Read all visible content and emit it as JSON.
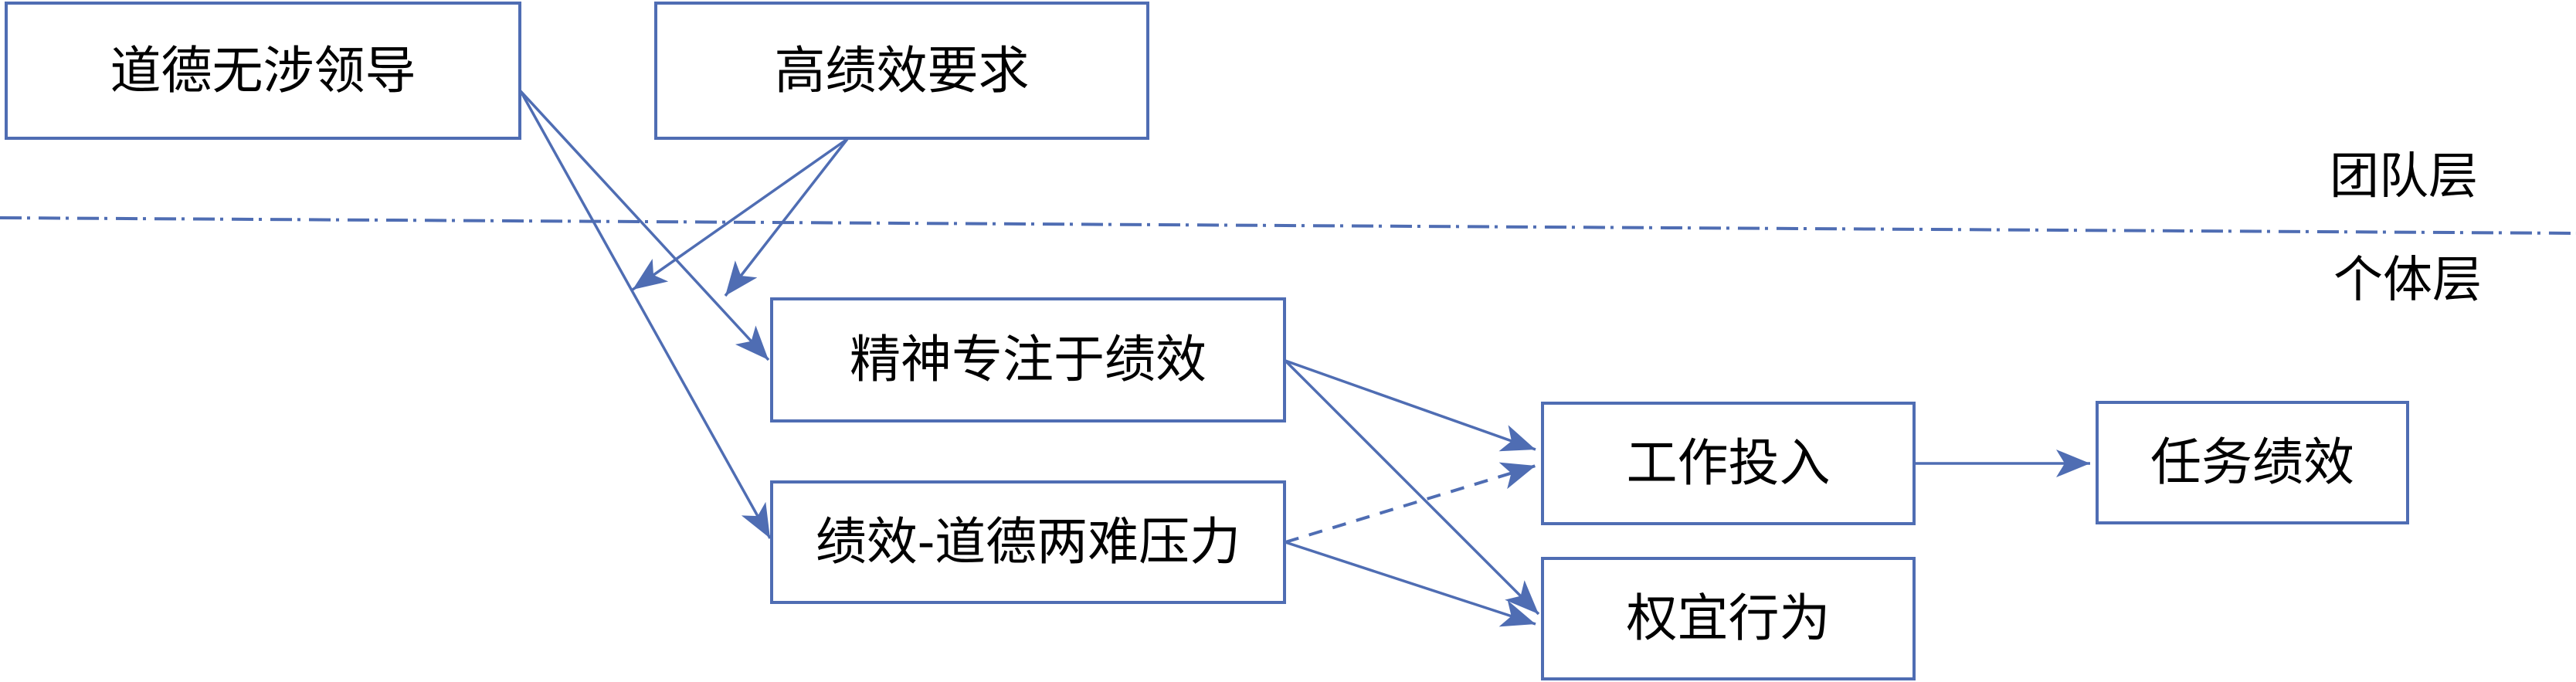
{
  "diagram": {
    "levels": {
      "team_label": "团队层",
      "individual_label": "个体层"
    },
    "nodes": [
      {
        "id": "ethically_neutral_leadership",
        "label": "道德无涉领导",
        "level": "team"
      },
      {
        "id": "high_performance_requirement",
        "label": "高绩效要求",
        "level": "team"
      },
      {
        "id": "mental_focus_on_performance",
        "label": "精神专注于绩效",
        "level": "individual"
      },
      {
        "id": "performance_ethics_dilemma_pressure",
        "label": "绩效-道德两难压力",
        "level": "individual"
      },
      {
        "id": "work_engagement",
        "label": "工作投入",
        "level": "individual"
      },
      {
        "id": "expedient_behavior",
        "label": "权宜行为",
        "level": "individual"
      },
      {
        "id": "task_performance",
        "label": "任务绩效",
        "level": "individual"
      }
    ],
    "edges": [
      {
        "from": "ethically_neutral_leadership",
        "to": "mental_focus_on_performance",
        "style": "solid"
      },
      {
        "from": "ethically_neutral_leadership",
        "to": "performance_ethics_dilemma_pressure",
        "style": "solid"
      },
      {
        "from": "high_performance_requirement",
        "to": "edge:ethically_neutral_leadership->performance_ethics_dilemma_pressure",
        "style": "solid",
        "type": "moderation"
      },
      {
        "from": "high_performance_requirement",
        "to": "edge:ethically_neutral_leadership->mental_focus_on_performance",
        "style": "solid",
        "type": "moderation"
      },
      {
        "from": "mental_focus_on_performance",
        "to": "work_engagement",
        "style": "solid"
      },
      {
        "from": "mental_focus_on_performance",
        "to": "expedient_behavior",
        "style": "solid"
      },
      {
        "from": "performance_ethics_dilemma_pressure",
        "to": "work_engagement",
        "style": "dashed"
      },
      {
        "from": "performance_ethics_dilemma_pressure",
        "to": "expedient_behavior",
        "style": "solid"
      },
      {
        "from": "work_engagement",
        "to": "task_performance",
        "style": "solid"
      }
    ],
    "divider": {
      "style": "dash-dot",
      "separates": [
        "team",
        "individual"
      ]
    }
  },
  "colors": {
    "line": "#4F6DB3",
    "text": "#000000",
    "background": "#FFFFFF"
  }
}
